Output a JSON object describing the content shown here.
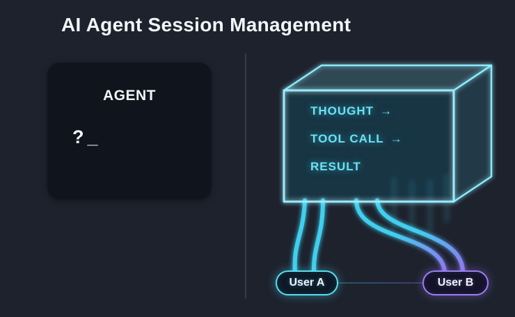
{
  "page": {
    "title": "AI Agent Session Management",
    "background": "#1d222d"
  },
  "agent_card": {
    "label": "AGENT",
    "prompt": "?_"
  },
  "session_box": {
    "lines": [
      {
        "label": "THOUGHT",
        "arrow": "→"
      },
      {
        "label": "TOOL CALL",
        "arrow": "→"
      },
      {
        "label": "RESULT",
        "arrow": ""
      }
    ],
    "accent": "#56dff2"
  },
  "users": [
    {
      "label": "User A",
      "accent": "#56dff2"
    },
    {
      "label": "User B",
      "accent": "#9c7df5"
    }
  ]
}
